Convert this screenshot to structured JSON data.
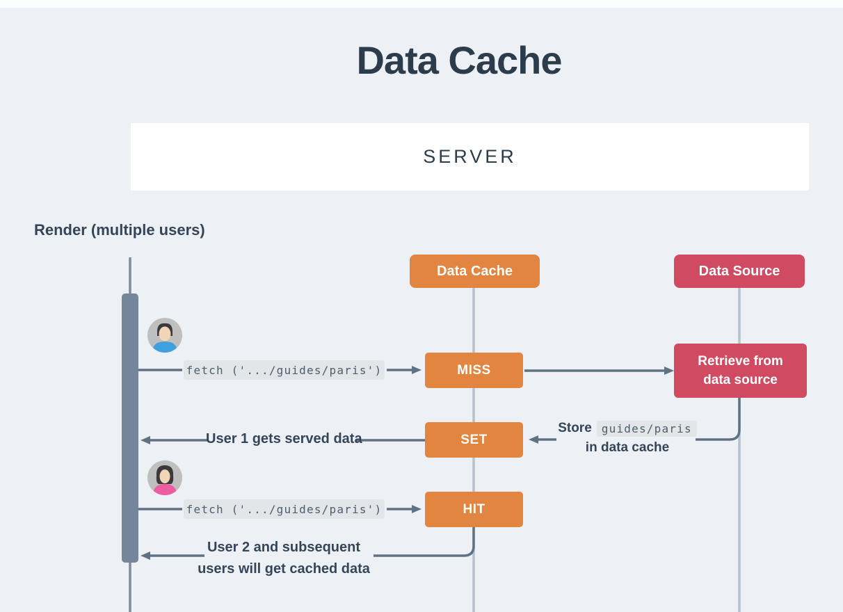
{
  "colors": {
    "bg": "#EDF1F5",
    "topbar": "#FCFDFE",
    "orange": "#E28540",
    "red": "#D04B62",
    "arrow": "#5F7284",
    "lifeline_light": "#B5C1CC",
    "lifeline_dark": "#7C8C9C",
    "bar": "#75869A",
    "ink": "#2D3C4B",
    "label_ink": "#34455A",
    "code_bg": "#E2E6E9",
    "code_ink": "#4D5D6C",
    "server_border": "#C9D2DA",
    "avatar_bg": "#BFBFBF",
    "avatar_skin": "#F0D6B6",
    "avatar_hair": "#3A3A3A",
    "shirt_user1": "#3FA0DE",
    "shirt_user2": "#EE5CA2"
  },
  "header": {
    "title": "Data Cache"
  },
  "server": {
    "label": "SERVER"
  },
  "lane": {
    "label": "Render (multiple users)"
  },
  "nodes": {
    "data_cache": "Data Cache",
    "data_source": "Data Source",
    "miss": "MISS",
    "set": "SET",
    "hit": "HIT",
    "retrieve_line1": "Retrieve from",
    "retrieve_line2": "data source"
  },
  "messages": {
    "fetch1": "fetch ('.../guides/paris')",
    "user1": "User 1 gets served data",
    "store_prefix": "Store",
    "store_code": "guides/paris",
    "store_line2": "in data cache",
    "fetch2": "fetch ('.../guides/paris')",
    "user2_line1": "User 2 and subsequent",
    "user2_line2": "users will get cached data"
  },
  "icons": {
    "user1": "male-user-avatar-icon",
    "user2": "female-user-avatar-icon"
  }
}
